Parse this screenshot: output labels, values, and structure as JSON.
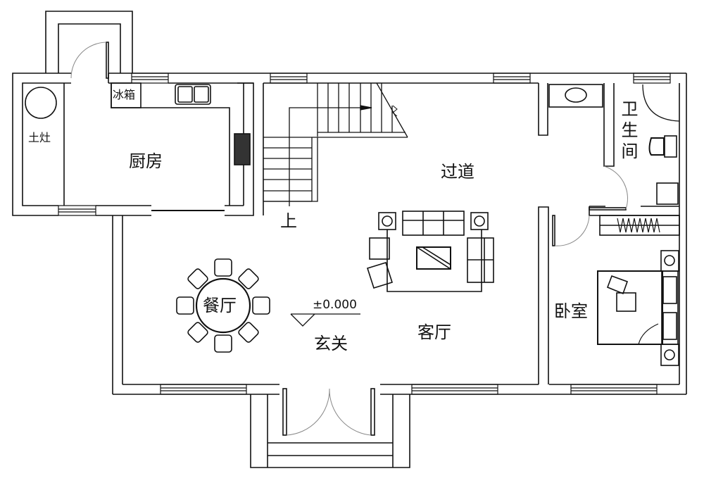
{
  "plan": {
    "rooms": {
      "kitchen": "厨房",
      "stove": "土灶",
      "fridge": "冰箱",
      "corridor": "过道",
      "bathroom": "卫生间",
      "dining": "餐厅",
      "entrance": "玄关",
      "living": "客厅",
      "bedroom": "卧室"
    },
    "stair_label": "上",
    "elevation": "±0.000"
  },
  "colors": {
    "line": "#111111",
    "arc": "#888888",
    "background": "#ffffff"
  }
}
